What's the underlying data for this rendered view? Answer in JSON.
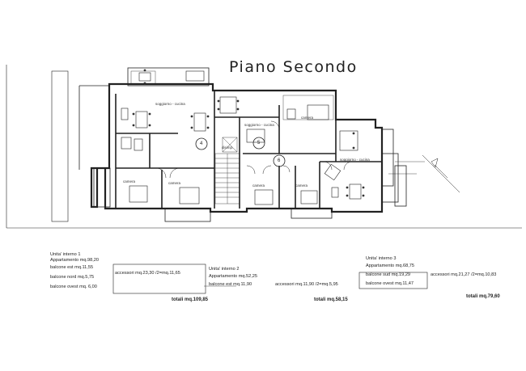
{
  "plan": {
    "title": "Piano Secondo",
    "stair_label": "disimp.",
    "circle_labels": [
      "4",
      "5",
      "6"
    ],
    "room_labels": [
      "soggiorno - cucina",
      "soggiorno - cucina",
      "soggiorno - cucina",
      "camera",
      "camera",
      "camera",
      "camera",
      "camera"
    ]
  },
  "units": [
    {
      "title": "Unita' interno 1",
      "appartamento": "Appartamento mq.98,20",
      "balconies": [
        "balcone est mq.11,55",
        "balcone nord mq.5,75",
        "balcone ovest mq. 6,00"
      ],
      "accessori": "accessori mq.23,30 /2=mq.11,65",
      "totale": "totali mq.109,85"
    },
    {
      "title": "Unita' interno 2",
      "appartamento": "Appartamento mq.52,25",
      "balconies": [
        "balcone est mq.11,90"
      ],
      "accessori": "accessori mq.11,90 /2=mq.5,95",
      "totale": "totali mq.58,15"
    },
    {
      "title": "Unita' interno 3",
      "appartamento": "Appartamento mq.68,75",
      "balconies": [
        "balcone sud mq.19,29",
        "balcone ovest mq.11,47"
      ],
      "accessori": "accessori mq.21,27 /2=mq.10,83",
      "totale": "totali mq.79,60"
    }
  ]
}
